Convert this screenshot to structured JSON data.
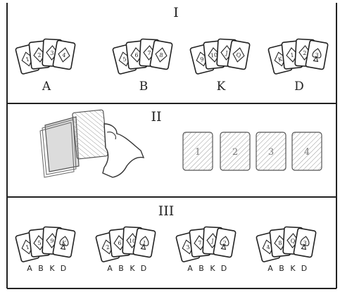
{
  "sections": [
    {
      "numeral": "I"
    },
    {
      "numeral": "II"
    },
    {
      "numeral": "III"
    }
  ],
  "part_one": {
    "groups": [
      {
        "label": "A",
        "cards": [
          "1",
          "2",
          "3",
          "4"
        ]
      },
      {
        "label": "B",
        "cards": [
          "5",
          "6",
          "7",
          "8"
        ]
      },
      {
        "label": "K",
        "cards": [
          "9",
          "10",
          "J",
          "Q"
        ]
      },
      {
        "label": "D",
        "cards": [
          "K",
          "1",
          "2",
          "3"
        ]
      }
    ]
  },
  "part_two": {
    "piles": [
      "1",
      "2",
      "3",
      "4"
    ]
  },
  "part_three": {
    "groups": [
      {
        "cards": [
          "1",
          "5",
          "9",
          "K"
        ],
        "labels": [
          "A",
          "B",
          "K",
          "D"
        ]
      },
      {
        "cards": [
          "2",
          "6",
          "10",
          "1"
        ],
        "labels": [
          "A",
          "B",
          "K",
          "D"
        ]
      },
      {
        "cards": [
          "3",
          "7",
          "J",
          "2"
        ],
        "labels": [
          "A",
          "B",
          "K",
          "D"
        ]
      },
      {
        "cards": [
          "4",
          "8",
          "Q",
          "3"
        ],
        "labels": [
          "A",
          "B",
          "K",
          "D"
        ]
      }
    ]
  }
}
